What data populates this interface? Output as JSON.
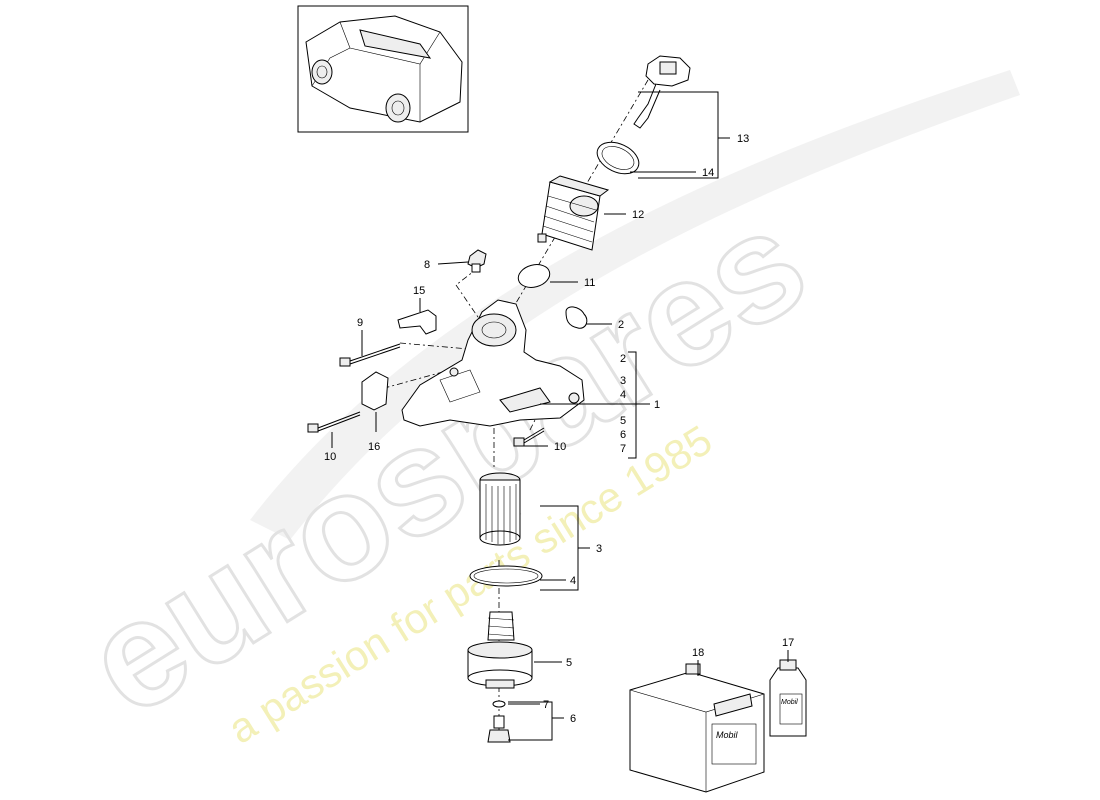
{
  "callouts": {
    "c1": "1",
    "c2a": "2",
    "c2b": "2",
    "c3a": "3",
    "c3b": "3",
    "c4a": "4",
    "c4b": "4",
    "c5a": "5",
    "c5b": "5",
    "c6a": "6",
    "c6b": "6",
    "c7a": "7",
    "c7b": "7",
    "c8": "8",
    "c9": "9",
    "c10a": "10",
    "c10b": "10",
    "c11": "11",
    "c12": "12",
    "c13": "13",
    "c14": "14",
    "c15": "15",
    "c16": "16",
    "c17": "17",
    "c18": "18"
  },
  "watermark": {
    "logo": "eurospares",
    "tagline": "a passion for parts since 1985"
  },
  "labels": {
    "jerrycan_brand": "Mobil",
    "bottle_brand": "Mobil"
  },
  "colors": {
    "line": "#000000",
    "watermark_gray": "#e6e6e6",
    "watermark_yellow": "#f3f0b8"
  }
}
